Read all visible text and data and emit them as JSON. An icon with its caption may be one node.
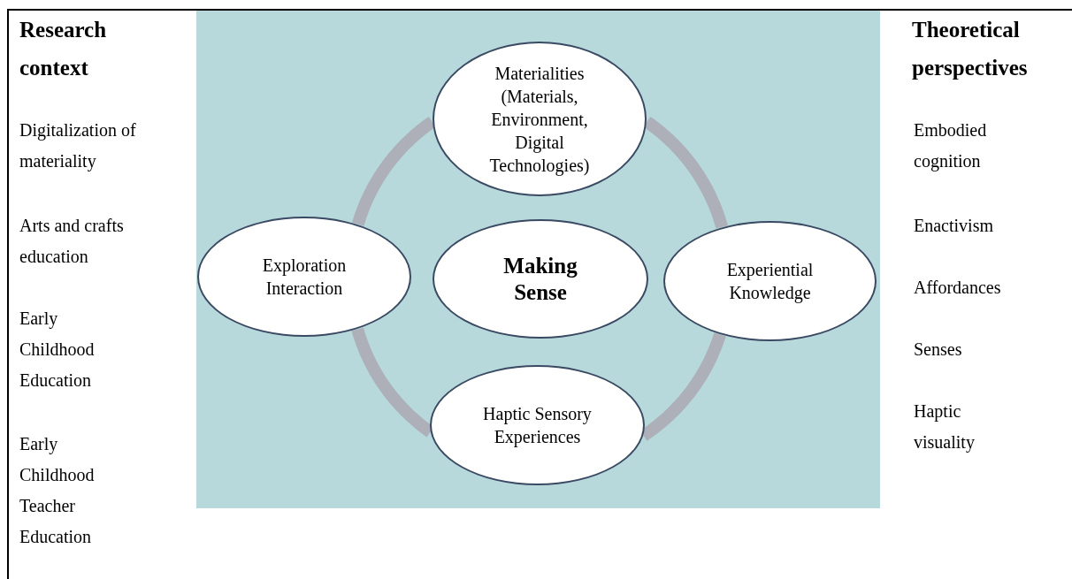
{
  "diagram": {
    "nodes": [
      {
        "text": [],
        "shape": "box"
      },
      {
        "text": [
          "Materialities (Materials, Environment, Digital Technologies)"
        ],
        "in": 0
      },
      {
        "text": [
          "Exploration Interaction"
        ],
        "in": 0
      },
      {
        "text": [
          "Making Sense"
        ],
        "in": 0
      },
      {
        "text": [
          "Experiential Knowledge"
        ],
        "in": 0
      },
      {
        "text": [
          "Haptic Sensory Experiences"
        ],
        "in": 0
      }
    ],
    "edges": [
      {
        "from": 1,
        "to": 4,
        "arrow": "none"
      },
      {
        "from": 4,
        "to": 5,
        "arrow": "none"
      },
      {
        "from": 5,
        "to": 2,
        "arrow": "none"
      },
      {
        "from": 2,
        "to": 1,
        "arrow": "none"
      }
    ],
    "labels": [
      "Research context",
      "Digitalization of materiality",
      "Arts and crafts education",
      "Early Childhood Education",
      "Early Childhood Teacher Education",
      "Theoretical perspectives",
      "Embodied cognition",
      "Enactivism",
      "Affordances",
      "Senses",
      "Haptic visuality"
    ]
  }
}
